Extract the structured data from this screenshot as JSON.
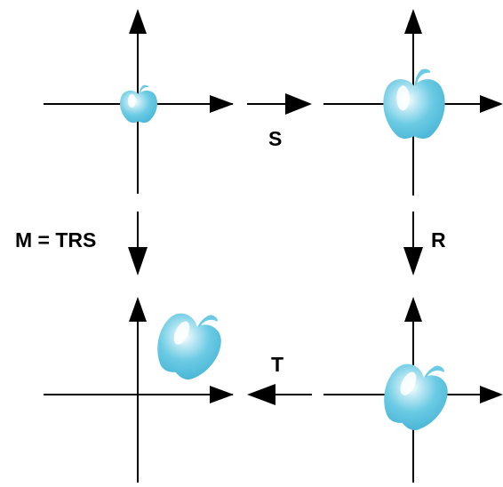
{
  "labels": {
    "scale": "S",
    "rotate": "R",
    "translate": "T",
    "composite": "M = TRS"
  },
  "colors": {
    "apple_fill": "#6ccbe4",
    "apple_dark": "#2f9fc2",
    "apple_highlight": "#ffffff",
    "stroke": "#000000",
    "background": "#ffffff"
  },
  "icons": {
    "apple": "apple-icon",
    "axis": "axis-icon",
    "arrow": "arrow-icon"
  }
}
